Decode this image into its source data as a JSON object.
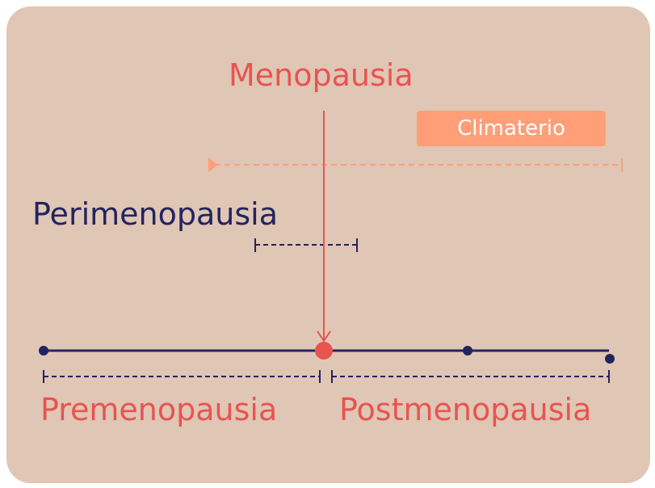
{
  "labels": {
    "menopausia": "Menopausia",
    "climaterio": "Climaterio",
    "perimenopausia": "Perimenopausia",
    "premenopausia": "Premenopausia",
    "postmenopausia": "Postmenopausia"
  },
  "colors": {
    "background": "#e0c6b5",
    "red": "#e85450",
    "navy": "#23245e",
    "orange": "#ff9e77"
  }
}
